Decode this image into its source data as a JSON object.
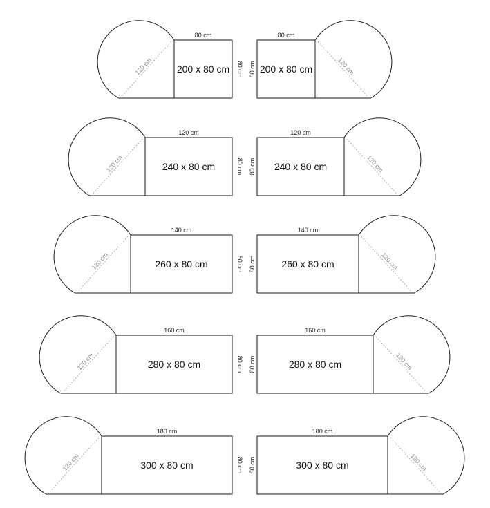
{
  "rows": [
    {
      "left": {
        "length_label": "80 cm",
        "depth_label": "80 cm",
        "size_label": "200 x 80 cm",
        "radius_label": "120 cm"
      },
      "right": {
        "length_label": "80 cm",
        "depth_label": "80 cm",
        "size_label": "200 x 80 cm",
        "radius_label": "120 cm"
      }
    },
    {
      "left": {
        "length_label": "120 cm",
        "depth_label": "80 cm",
        "size_label": "240 x 80 cm",
        "radius_label": "120 cm"
      },
      "right": {
        "length_label": "120 cm",
        "depth_label": "80 cm",
        "size_label": "240 x 80 cm",
        "radius_label": "120 cm"
      }
    },
    {
      "left": {
        "length_label": "140 cm",
        "depth_label": "80 cm",
        "size_label": "260 x 80 cm",
        "radius_label": "120 cm"
      },
      "right": {
        "length_label": "140 cm",
        "depth_label": "80 cm",
        "size_label": "260 x 80 cm",
        "radius_label": "120 cm"
      }
    },
    {
      "left": {
        "length_label": "160 cm",
        "depth_label": "80 cm",
        "size_label": "280 x 80 cm",
        "radius_label": "120 cm"
      },
      "right": {
        "length_label": "160 cm",
        "depth_label": "80 cm",
        "size_label": "280 x 80 cm",
        "radius_label": "120 cm"
      }
    },
    {
      "left": {
        "length_label": "180 cm",
        "depth_label": "80 cm",
        "size_label": "300 x 80 cm",
        "radius_label": "120 cm"
      },
      "right": {
        "length_label": "180 cm",
        "depth_label": "80 cm",
        "size_label": "300 x 80 cm",
        "radius_label": "120 cm"
      }
    }
  ]
}
